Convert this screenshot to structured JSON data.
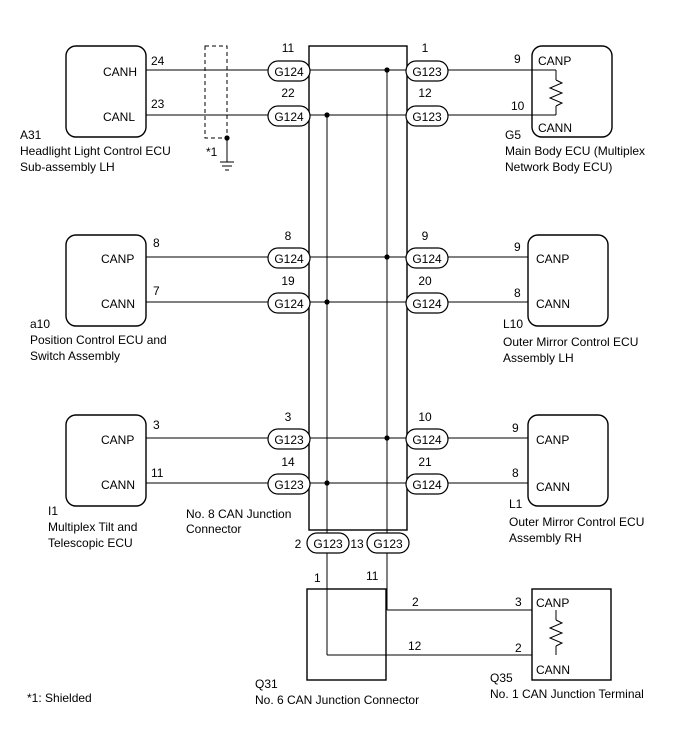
{
  "components": {
    "a31": {
      "id": "A31",
      "name_line1": "Headlight Light Control ECU",
      "name_line2": "Sub-assembly LH",
      "pin_top_label": "CANH",
      "pin_top_num": "24",
      "pin_bot_label": "CANL",
      "pin_bot_num": "23"
    },
    "g5": {
      "id": "G5",
      "name_line1": "Main Body ECU (Multiplex",
      "name_line2": "Network Body ECU)",
      "pin_top_label": "CANP",
      "pin_top_num": "9",
      "pin_bot_label": "CANN",
      "pin_bot_num": "10"
    },
    "a10": {
      "id": "a10",
      "name_line1": "Position Control ECU and",
      "name_line2": "Switch Assembly",
      "pin_top_label": "CANP",
      "pin_top_num": "8",
      "pin_bot_label": "CANN",
      "pin_bot_num": "7"
    },
    "l10": {
      "id": "L10",
      "name_line1": "Outer Mirror Control ECU",
      "name_line2": "Assembly LH",
      "pin_top_label": "CANP",
      "pin_top_num": "9",
      "pin_bot_label": "CANN",
      "pin_bot_num": "8"
    },
    "i1": {
      "id": "I1",
      "name_line1": "Multiplex Tilt and",
      "name_line2": "Telescopic ECU",
      "pin_top_label": "CANP",
      "pin_top_num": "3",
      "pin_bot_label": "CANN",
      "pin_bot_num": "11"
    },
    "l1": {
      "id": "L1",
      "name_line1": "Outer Mirror Control ECU",
      "name_line2": "Assembly RH",
      "pin_top_label": "CANP",
      "pin_top_num": "9",
      "pin_bot_label": "CANN",
      "pin_bot_num": "8"
    },
    "q35": {
      "id": "Q35",
      "name_line1": "No. 1 CAN Junction Terminal",
      "pin_top_label": "CANP",
      "pin_top_num": "3",
      "pin_bot_label": "CANN",
      "pin_bot_num": "2"
    },
    "no8": {
      "name_line1": "No. 8 CAN Junction",
      "name_line2": "Connector"
    },
    "q31": {
      "id": "Q31",
      "name_line1": "No. 6 CAN Junction Connector",
      "pin_a": "1",
      "pin_b": "11",
      "pin_c": "2",
      "pin_d": "12"
    }
  },
  "junction_pins": {
    "left": [
      {
        "connector": "G124",
        "pin": "11"
      },
      {
        "connector": "G124",
        "pin": "22"
      },
      {
        "connector": "G124",
        "pin": "8"
      },
      {
        "connector": "G124",
        "pin": "19"
      },
      {
        "connector": "G123",
        "pin": "3"
      },
      {
        "connector": "G123",
        "pin": "14"
      }
    ],
    "right": [
      {
        "connector": "G123",
        "pin": "1"
      },
      {
        "connector": "G123",
        "pin": "12"
      },
      {
        "connector": "G124",
        "pin": "9"
      },
      {
        "connector": "G124",
        "pin": "20"
      },
      {
        "connector": "G124",
        "pin": "10"
      },
      {
        "connector": "G124",
        "pin": "21"
      }
    ],
    "bottom": [
      {
        "connector": "G123",
        "pin": "2"
      },
      {
        "connector": "G123",
        "pin": "13"
      }
    ]
  },
  "shield": {
    "ref": "*1",
    "note": "*1: Shielded"
  }
}
